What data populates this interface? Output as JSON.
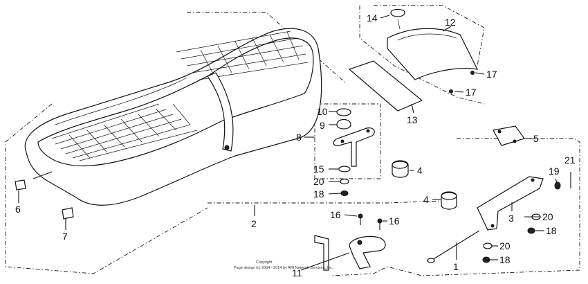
{
  "callouts": {
    "p1": "1",
    "p2": "2",
    "p3": "3",
    "p4a": "4",
    "p4b": "4",
    "p5": "5",
    "p6": "6",
    "p7": "7",
    "p8": "8",
    "p9": "9",
    "p10": "10",
    "p11": "11",
    "p12": "12",
    "p13": "13",
    "p14": "14",
    "p15": "15",
    "p16a": "16",
    "p16b": "16",
    "p17a": "17",
    "p17b": "17",
    "p18a": "18",
    "p18b": "18",
    "p18c": "18",
    "p19": "19",
    "p20a": "20",
    "p20b": "20",
    "p20c": "20",
    "p21": "21"
  },
  "copyright": {
    "line1": "Copyright",
    "line2": "Page design (c) 2004 - 2014 by ARI Network Services, Inc."
  }
}
